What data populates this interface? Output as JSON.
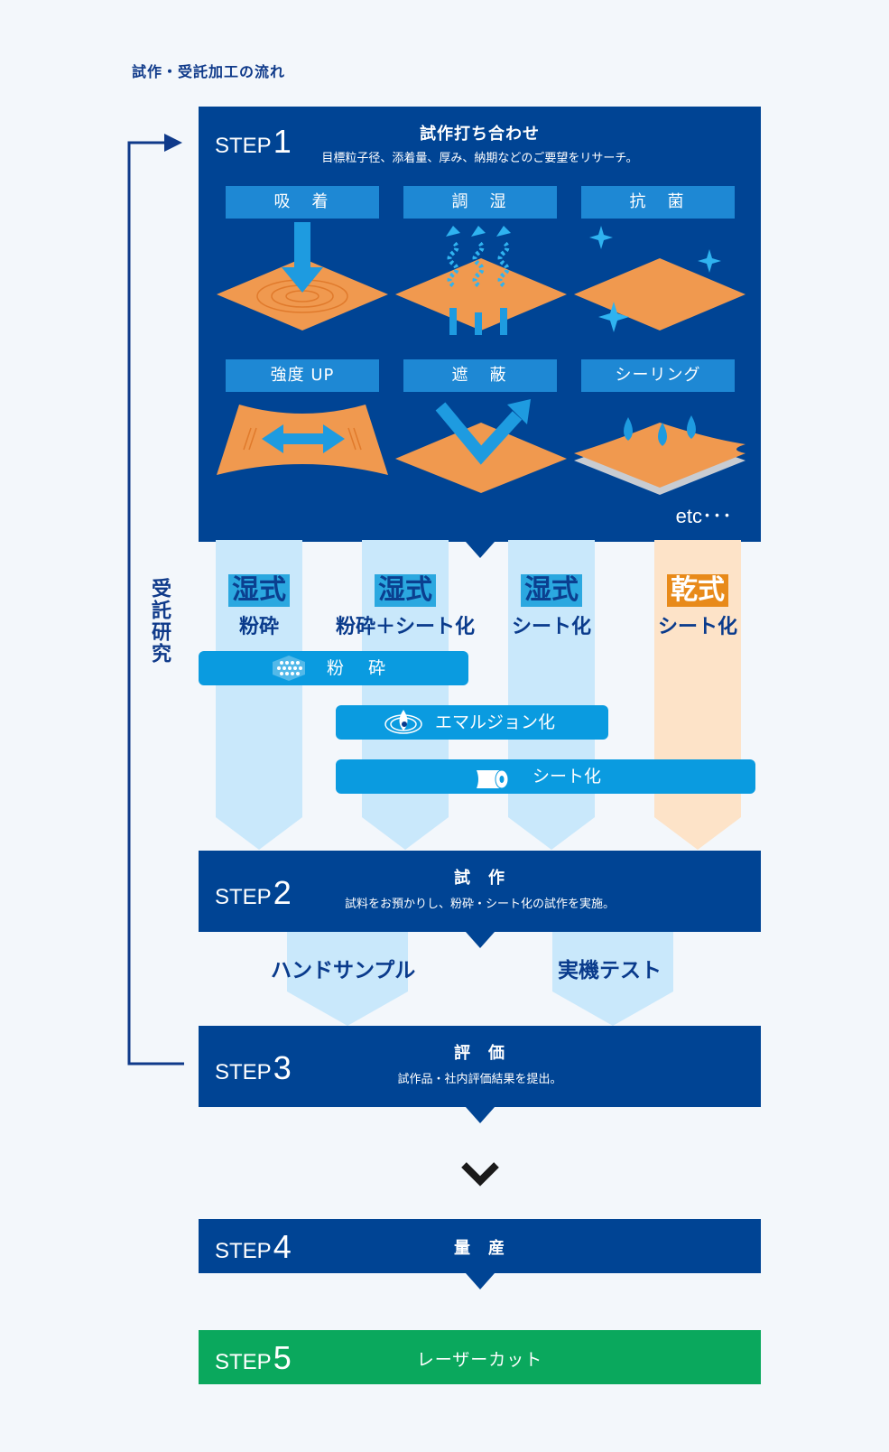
{
  "page_title": "試作・受託加工の流れ",
  "side_label": "受託研究",
  "step_word": "STEP",
  "steps": [
    {
      "number": "1",
      "title": "試作打ち合わせ",
      "description": "目標粒子径、添着量、厚み、納期などのご要望をリサーチ。"
    },
    {
      "number": "2",
      "title": "試　作",
      "description": "試料をお預かりし、粉砕・シート化の試作を実施。"
    },
    {
      "number": "3",
      "title": "評　価",
      "description": "試作品・社内評価結果を提出。"
    },
    {
      "number": "4",
      "title": "量　産",
      "description": ""
    },
    {
      "number": "5",
      "title": "レーザーカット",
      "description": ""
    }
  ],
  "functions": [
    {
      "label": "吸　着",
      "icon": "adsorption-icon"
    },
    {
      "label": "調　湿",
      "icon": "humidity-icon"
    },
    {
      "label": "抗　菌",
      "icon": "antibacterial-icon"
    },
    {
      "label": "強度 UP",
      "icon": "strength-icon"
    },
    {
      "label": "遮　蔽",
      "icon": "shielding-icon"
    },
    {
      "label": "シーリング",
      "icon": "sealing-icon"
    }
  ],
  "etc": "etc･･･",
  "methods": [
    {
      "badge": "湿式",
      "sub": "粉砕",
      "kind": "wet"
    },
    {
      "badge": "湿式",
      "sub": "粉砕＋シート化",
      "kind": "wet"
    },
    {
      "badge": "湿式",
      "sub": "シート化",
      "kind": "wet"
    },
    {
      "badge": "乾式",
      "sub": "シート化",
      "kind": "dry"
    }
  ],
  "processes": [
    {
      "label": "粉　砕",
      "icon": "grinding-icon"
    },
    {
      "label": "エマルジョン化",
      "icon": "emulsion-icon"
    },
    {
      "label": "シート化",
      "icon": "sheet-roll-icon"
    }
  ],
  "outputs": [
    "ハンドサンプル",
    "実機テスト"
  ],
  "colors": {
    "navy": "#004494",
    "green": "#0aa85d",
    "func_blue": "#1e88d4",
    "orange": "#f0994f",
    "light_blue": "#c9e8fb",
    "peach": "#fde3c8"
  }
}
